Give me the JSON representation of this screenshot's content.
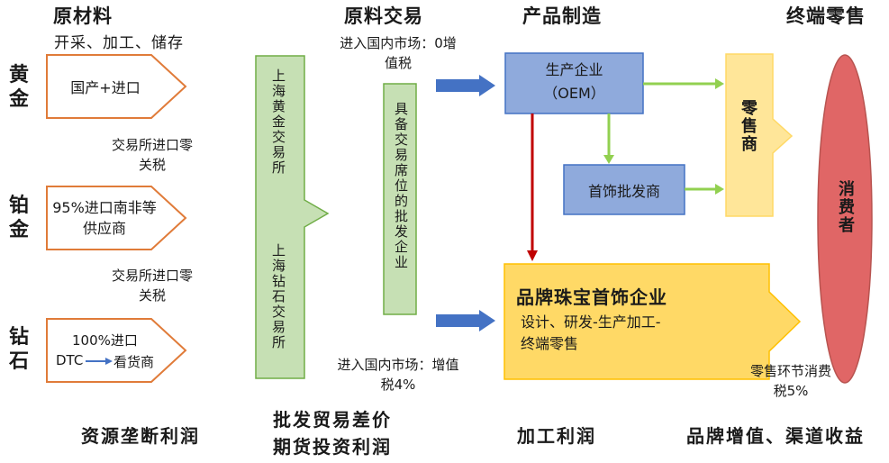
{
  "headers": {
    "raw": "原材料",
    "raw_sub": "开采、加工、储存",
    "trade": "原料交易",
    "manufacture": "产品制造",
    "retail": "终端零售"
  },
  "materials": {
    "gold": "黄金",
    "gold_box": "国产+进口",
    "platinum": "铂金",
    "platinum_box": "95%进口南非等供应商",
    "diamond": "钻石",
    "diamond_box_line1": "100%进口",
    "diamond_box_dtc": "DTC",
    "diamond_box_sight": "看货商"
  },
  "notes": {
    "tax1": "交易所进口零关税",
    "tax2": "交易所进口零关税",
    "vat0": "进入国内市场：0增值税",
    "vat4": "进入国内市场：增值税4%",
    "consumption_tax": "零售环节消费税5%"
  },
  "exchanges": {
    "gold_exchange": "上海黄金交易所",
    "diamond_exchange": "上海钻石交易所",
    "wholesale": "具备交易席位的批发企业"
  },
  "manufacturers": {
    "oem_line1": "生产企业",
    "oem_line2": "（OEM）",
    "jewelry_wholesaler": "首饰批发商",
    "retailer": "零售商",
    "brand_title": "品牌珠宝首饰企业",
    "brand_desc": "设计、研发-生产加工-终端零售",
    "consumer": "消费者"
  },
  "footers": {
    "f1": "资源垄断利润",
    "f2_line1": "批发贸易差价",
    "f2_line2": "期货投资利润",
    "f3": "加工利润",
    "f4": "品牌增值、渠道收益"
  },
  "colors": {
    "orange_border": "#E07B39",
    "green_fill": "#C6E0B4",
    "green_border": "#70AD47",
    "blue_fill": "#8FAADC",
    "blue_border": "#4472C4",
    "yellow_fill": "#FFE699",
    "gold_fill": "#FFD966",
    "red_fill": "#E06666",
    "dark_red": "#C00000"
  }
}
